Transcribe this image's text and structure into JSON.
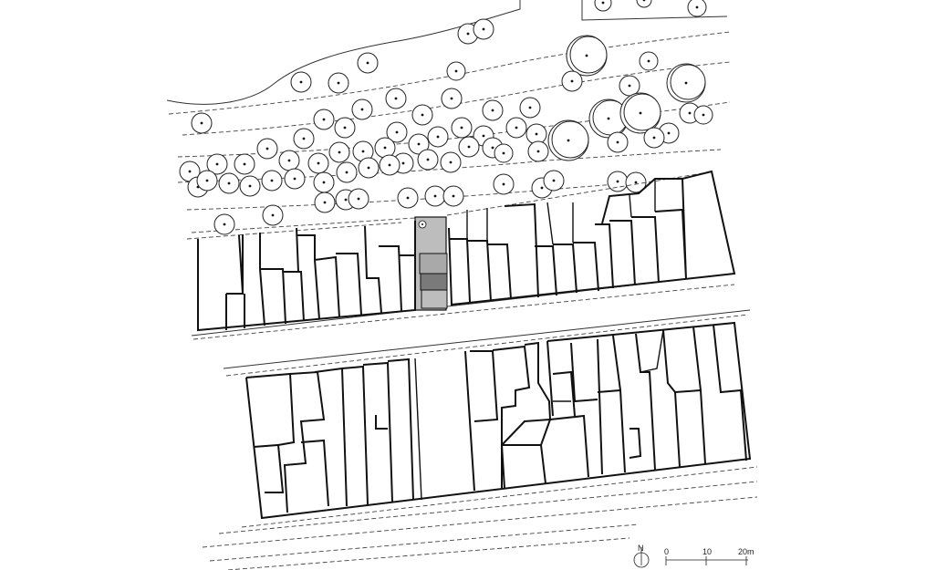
{
  "scale_bar": {
    "north_label": "N",
    "ticks": [
      "0",
      "10",
      "20m"
    ]
  },
  "colors": {
    "line": "#111111",
    "highlight_light": "#bdbdbd",
    "highlight_mid": "#a9a9a9",
    "highlight_dark": "#7a7a7a"
  }
}
